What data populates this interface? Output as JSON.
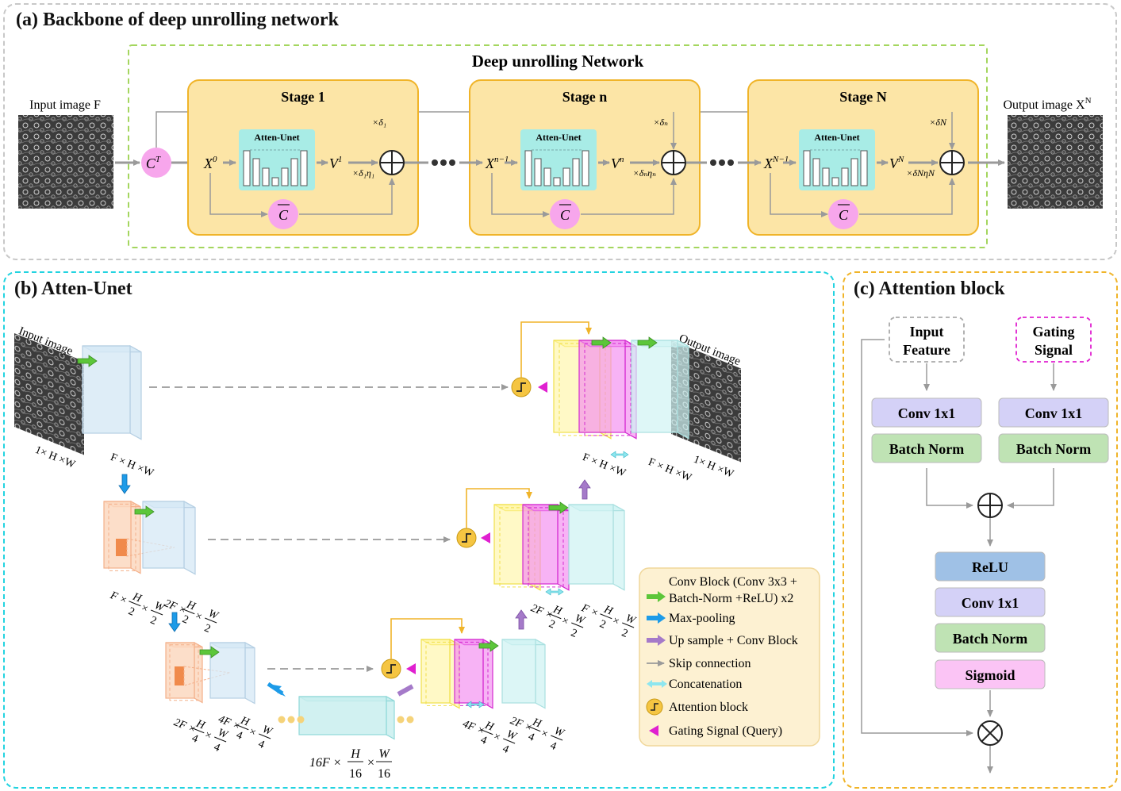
{
  "panel_a": {
    "title": "(a) Backbone of deep unrolling network",
    "network_title": "Deep unrolling Network",
    "input_label": "Input image F",
    "output_label": "Output image X",
    "output_sup": "N",
    "ct_label": "C",
    "ct_sup": "T",
    "cbar_label": "C",
    "atten_label": "Atten-Unet",
    "stages": [
      {
        "title": "Stage 1",
        "x_in": "X",
        "x_in_sup": "0",
        "v_out": "V",
        "v_sup": "1",
        "delta_top": "×δ₁",
        "delta_bottom": "×δ₁η₁"
      },
      {
        "title": "Stage n",
        "x_in": "X",
        "x_in_sup": "n−1",
        "v_out": "V",
        "v_sup": "n",
        "delta_top": "×δₙ",
        "delta_bottom": "×δₙηₙ"
      },
      {
        "title": "Stage N",
        "x_in": "X",
        "x_in_sup": "N−1",
        "v_out": "V",
        "v_sup": "N",
        "delta_top": "×δN",
        "delta_bottom": "×δNηN"
      }
    ]
  },
  "panel_b": {
    "title": "(b) Atten-Unet",
    "input_label": "Input image",
    "output_label": "Output image",
    "dims": {
      "in1": "1× H ×W",
      "enc1": "F × H ×W",
      "enc2a": "F ×",
      "enc2b": "2F ×",
      "enc3a": "2F ×",
      "enc3b": "4F ×",
      "bottleneck": "16F ×",
      "bottleneck_h": "H",
      "bottleneck_w": "W",
      "bottleneck_den": "16",
      "dec3a": "4F ×",
      "dec3b": "2F ×",
      "dec2a": "2F ×",
      "dec2b": "F ×",
      "dec1a": "F × H ×W",
      "dec1b": "F × H ×W",
      "out1": "1× H ×W",
      "h": "H",
      "w": "W",
      "den2": "2",
      "den4": "4"
    },
    "legend": [
      {
        "icon": "green-arrow",
        "label": "Conv Block (Conv 3x3 +"
      },
      {
        "icon": "",
        "label": "Batch-Norm +ReLU) x2"
      },
      {
        "icon": "blue-arrow",
        "label": "Max-pooling"
      },
      {
        "icon": "purple-arrow",
        "label": "Up sample + Conv Block"
      },
      {
        "icon": "gray-arrow",
        "label": "Skip connection"
      },
      {
        "icon": "cyan-double-arrow",
        "label": "Concatenation"
      },
      {
        "icon": "attention-icon",
        "label": "Attention block"
      },
      {
        "icon": "magenta-triangle",
        "label": "Gating Signal (Query)"
      }
    ]
  },
  "panel_c": {
    "title": "(c) Attention block",
    "input_feature": "Input Feature",
    "input_feature_l1": "Input",
    "input_feature_l2": "Feature",
    "gating_l1": "Gating",
    "gating_l2": "Signal",
    "conv_left": "Conv  1x1",
    "bn_left": "Batch Norm",
    "conv_right": "Conv  1x1",
    "bn_right": "Batch Norm",
    "relu": "ReLU",
    "conv_mid": "Conv  1x1",
    "bn_mid": "Batch Norm",
    "sigmoid": "Sigmoid"
  },
  "colors": {
    "stage_fill": "#fce5a6",
    "stage_border": "#f0b429",
    "network_border": "#a4d65e",
    "atten_fill": "#a8ece6",
    "ct_fill": "#f7a6ec",
    "panel_b_border": "#22d3e0",
    "panel_c_border": "#f0b429",
    "conv_fill": "#d4d1f7",
    "bn_fill": "#bfe3b4",
    "relu_fill": "#9fc1e6",
    "sigmoid_fill": "#fbc4f5",
    "legend_fill": "#fdf1d2",
    "gating_border": "#e020d0"
  }
}
